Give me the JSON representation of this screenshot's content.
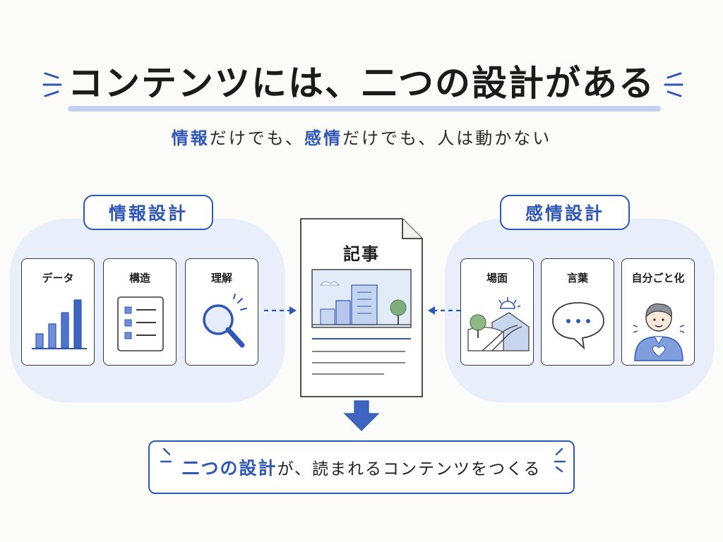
{
  "title": "コンテンツには、二つの設計がある",
  "subtitle": {
    "part1": "情報",
    "part2": "だけでも、",
    "part3": "感情",
    "part4": "だけでも、人は動かない"
  },
  "info_design": {
    "label": "情報設計",
    "cards": [
      {
        "label": "データ",
        "icon": "bar-chart-icon"
      },
      {
        "label": "構造",
        "icon": "checklist-icon"
      },
      {
        "label": "理解",
        "icon": "magnifier-icon"
      }
    ]
  },
  "emotion_design": {
    "label": "感情設計",
    "cards": [
      {
        "label": "場面",
        "icon": "landscape-icon"
      },
      {
        "label": "言葉",
        "icon": "speech-bubble-icon"
      },
      {
        "label": "自分ごと化",
        "icon": "person-heart-icon"
      }
    ]
  },
  "article": {
    "label": "記事"
  },
  "result": {
    "highlight": "二つの設計",
    "rest": "が、読まれるコンテンツをつくる"
  },
  "colors": {
    "accent": "#2f57b8",
    "cluster": "#e6ecf9",
    "ink": "#1f1f1f"
  }
}
